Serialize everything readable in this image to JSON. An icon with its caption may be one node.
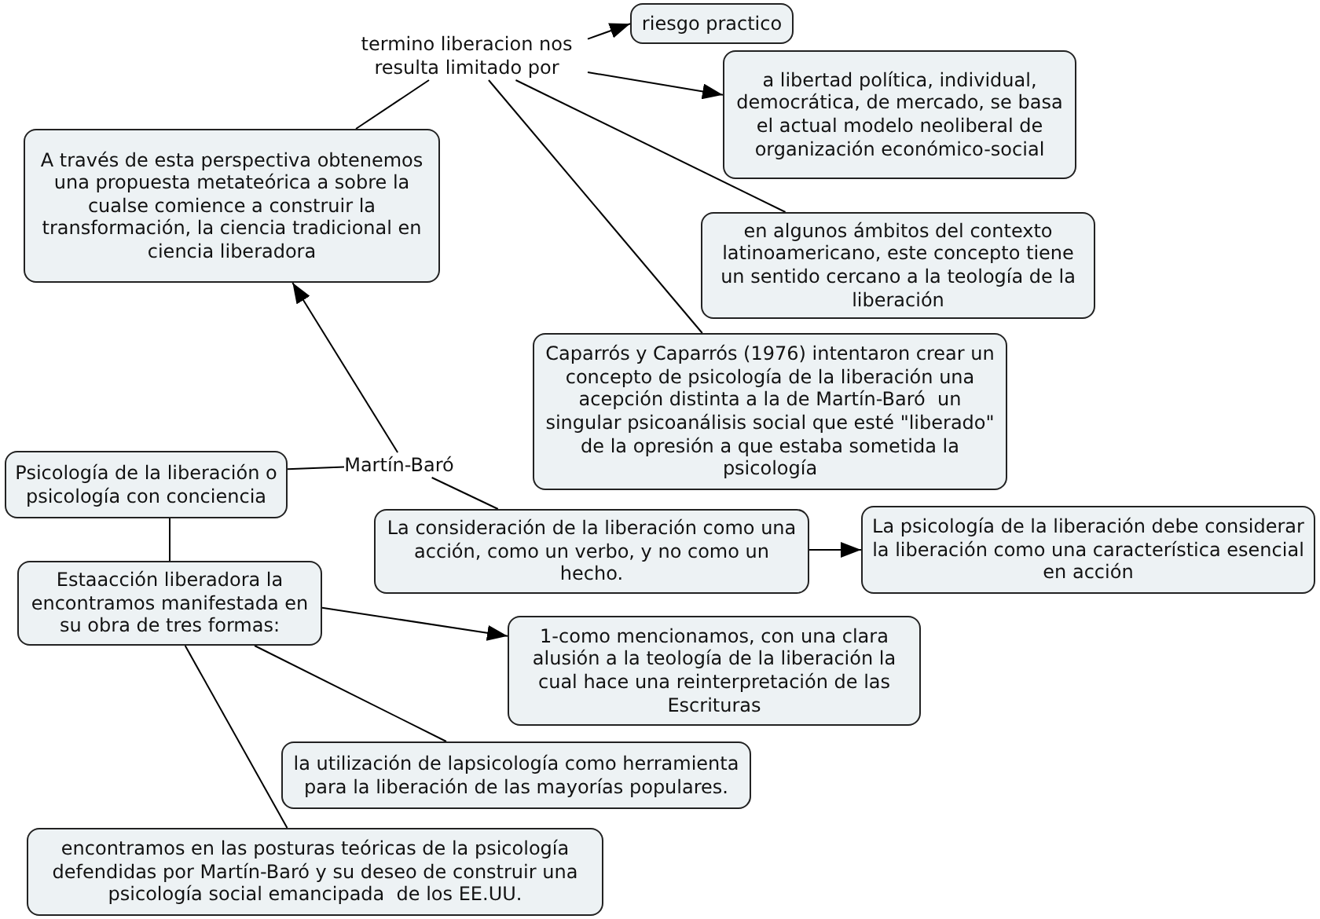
{
  "diagram": {
    "nodes": [
      {
        "text": [
          "termino liberacion nos resulta limitado por"
        ]
      },
      {
        "text": [
          "riesgo practico"
        ]
      },
      {
        "text": [
          "a libertad política, individual, democrática, de mercado, se basa el actual modelo neoliberal de organización económico-social"
        ]
      },
      {
        "text": [
          "A través de esta perspectiva obtenemos una propuesta metateórica a sobre la cualse comience a construir la transformación, la ciencia tradicional en ciencia liberadora"
        ]
      },
      {
        "text": [
          "en algunos ámbitos del contexto latinoamericano, este concepto tiene un sentido cercano a la teología de la liberación"
        ]
      },
      {
        "text": [
          "Caparrós y Caparrós (1976) intentaron crear un concepto de psicología de la liberación una acepción distinta a la de Martín-Baró  un singular psicoanálisis social que esté \"liberado\" de la opresión a que estaba sometida la psicología"
        ]
      },
      {
        "text": [
          "Psicología de la liberación o psicología con conciencia"
        ]
      },
      {
        "text": [
          "Martín-Baró"
        ]
      },
      {
        "text": [
          "La consideración de la liberación como una acción, como un verbo, y no como un hecho."
        ]
      },
      {
        "text": [
          "La psicología de la liberación debe considerar la liberación como una característica esencial en acción"
        ]
      },
      {
        "text": [
          "Estaacción liberadora la encontramos manifestada en su obra de tres formas:"
        ]
      },
      {
        "text": [
          "1-como mencionamos, con una clara alusión a la teología de la liberación la cual hace una reinterpretación de las Escrituras"
        ]
      },
      {
        "text": [
          "la utilización de lapsicología como herramienta para la liberación de las mayorías populares."
        ]
      },
      {
        "text": [
          "encontramos en las posturas teóricas de la psicología defendidas por Martín-Baró y su deseo de construir una psicología social emancipada  de los EE.UU."
        ]
      }
    ],
    "edges": [
      {
        "from": 6,
        "to": 7,
        "arrow": "none"
      },
      {
        "from": 7,
        "to": 3,
        "arrow": "to"
      },
      {
        "from": 7,
        "to": 8,
        "arrow": "none"
      },
      {
        "from": 3,
        "to": 0,
        "arrow": "none"
      },
      {
        "from": 0,
        "to": 1,
        "arrow": "to"
      },
      {
        "from": 0,
        "to": 2,
        "arrow": "to"
      },
      {
        "from": 0,
        "to": 4,
        "arrow": "none"
      },
      {
        "from": 0,
        "to": 5,
        "arrow": "none"
      },
      {
        "from": 8,
        "to": 9,
        "arrow": "to"
      },
      {
        "from": 6,
        "to": 10,
        "arrow": "none"
      },
      {
        "from": 10,
        "to": 11,
        "arrow": "to"
      },
      {
        "from": 10,
        "to": 12,
        "arrow": "none"
      },
      {
        "from": 10,
        "to": 13,
        "arrow": "none"
      }
    ]
  }
}
